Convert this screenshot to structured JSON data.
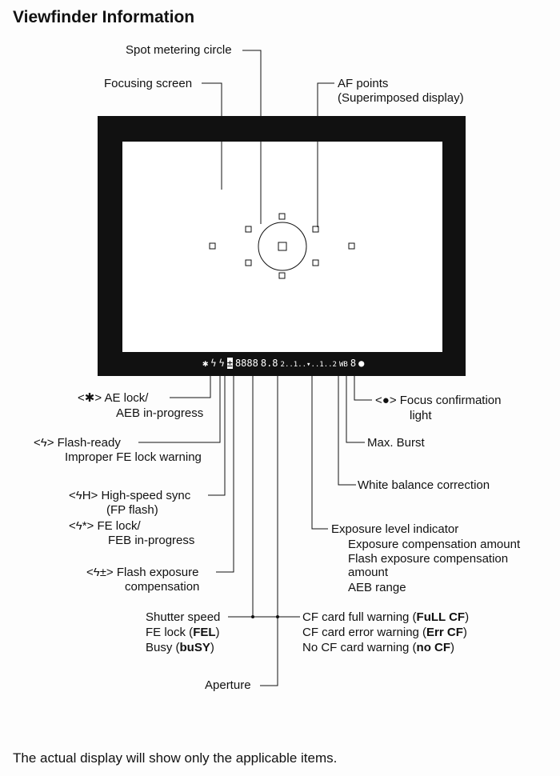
{
  "title": "Viewfinder Information",
  "labels": {
    "spot": "Spot metering circle",
    "focus_screen": "Focusing screen",
    "af_points_1": "AF points",
    "af_points_2": "(Superimposed display)",
    "ae_lock_1": "AE lock/",
    "ae_lock_2": "AEB in-progress",
    "ae_icon": "<✱>",
    "flash_ready_icon": "<ϟ>",
    "flash_ready_1": "Flash-ready",
    "flash_ready_2": "Improper FE lock warning",
    "hss_icon": "<ϟH>",
    "hss_1": "High-speed sync",
    "hss_2": "(FP flash)",
    "fel_icon": "<ϟ*>",
    "fel_1": "FE lock/",
    "fel_2": "FEB in-progress",
    "fec_icon": "<ϟ±>",
    "fec_1": "Flash exposure",
    "fec_2": "compensation",
    "shutter": "Shutter speed",
    "fel_prefix": "FE lock (",
    "fel_code": "FEL",
    "busy_prefix": "Busy (",
    "busy_code": "buSY",
    "close": ")",
    "aperture": "Aperture",
    "cf_full": "CF card full warning (",
    "cf_full_code": "FuLL CF",
    "cf_err": "CF card error warning (",
    "cf_err_code": "Err CF",
    "no_cf": "No CF card warning (",
    "no_cf_code": "no CF",
    "exposure": "Exposure level indicator",
    "exp_1": "Exposure compensation amount",
    "exp_2": "Flash exposure compensation",
    "exp_3": "amount",
    "exp_4": "AEB range",
    "wb": "White balance correction",
    "burst": "Max. Burst",
    "focus_icon": "<●>",
    "focus_1": "Focus confirmation",
    "focus_2": "light"
  },
  "lcd": {
    "ae": "✱",
    "flash": "ϟ",
    "hss": "ϟ",
    "fec": "±",
    "shutter": "8888",
    "aperture": "8.8",
    "scale": "2..1..▾..1..2",
    "wb": "WB",
    "burst": "8",
    "dot": "●"
  },
  "footer": "The actual display will show only the applicable items."
}
